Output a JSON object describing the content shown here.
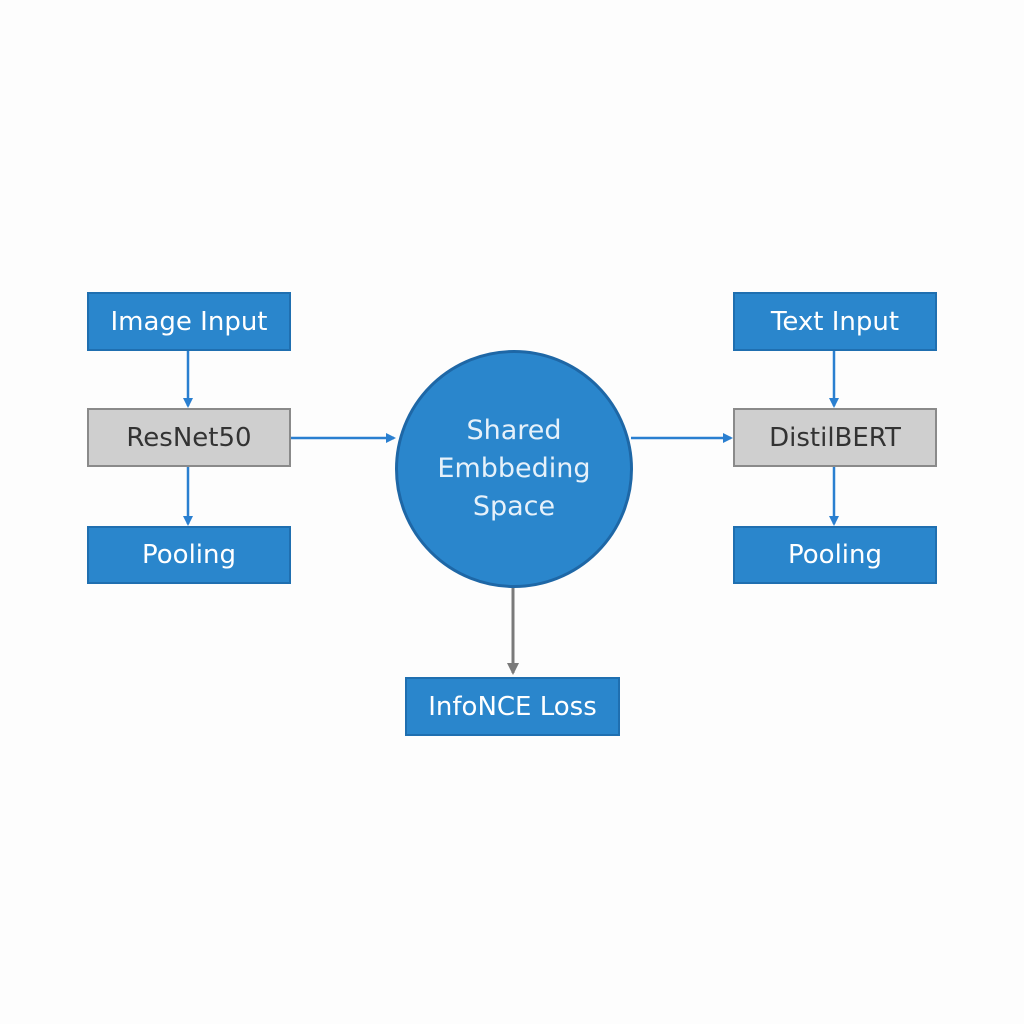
{
  "diagram": {
    "colors": {
      "primary": "#2a86cc",
      "primary_border": "#1f6fb0",
      "encoder_fill": "#cfcfcf",
      "encoder_border": "#8a8a8a",
      "arrow_blue": "#2a7fd0",
      "arrow_grey": "#7a7a7a"
    },
    "nodes": {
      "image_input": "Image Input",
      "resnet": "ResNet50",
      "pooling_left": "Pooling",
      "text_input": "Text Input",
      "distilbert": "DistilBERT",
      "pooling_right": "Pooling",
      "shared_space": "Shared\nEmbbeding\nSpace",
      "loss": "InfoNCE Loss"
    },
    "edges": [
      {
        "from": "image_input",
        "to": "resnet"
      },
      {
        "from": "resnet",
        "to": "pooling_left"
      },
      {
        "from": "resnet",
        "to": "shared_space"
      },
      {
        "from": "text_input",
        "to": "distilbert"
      },
      {
        "from": "distilbert",
        "to": "pooling_right"
      },
      {
        "from": "shared_space",
        "to": "distilbert"
      },
      {
        "from": "shared_space",
        "to": "loss"
      }
    ]
  }
}
